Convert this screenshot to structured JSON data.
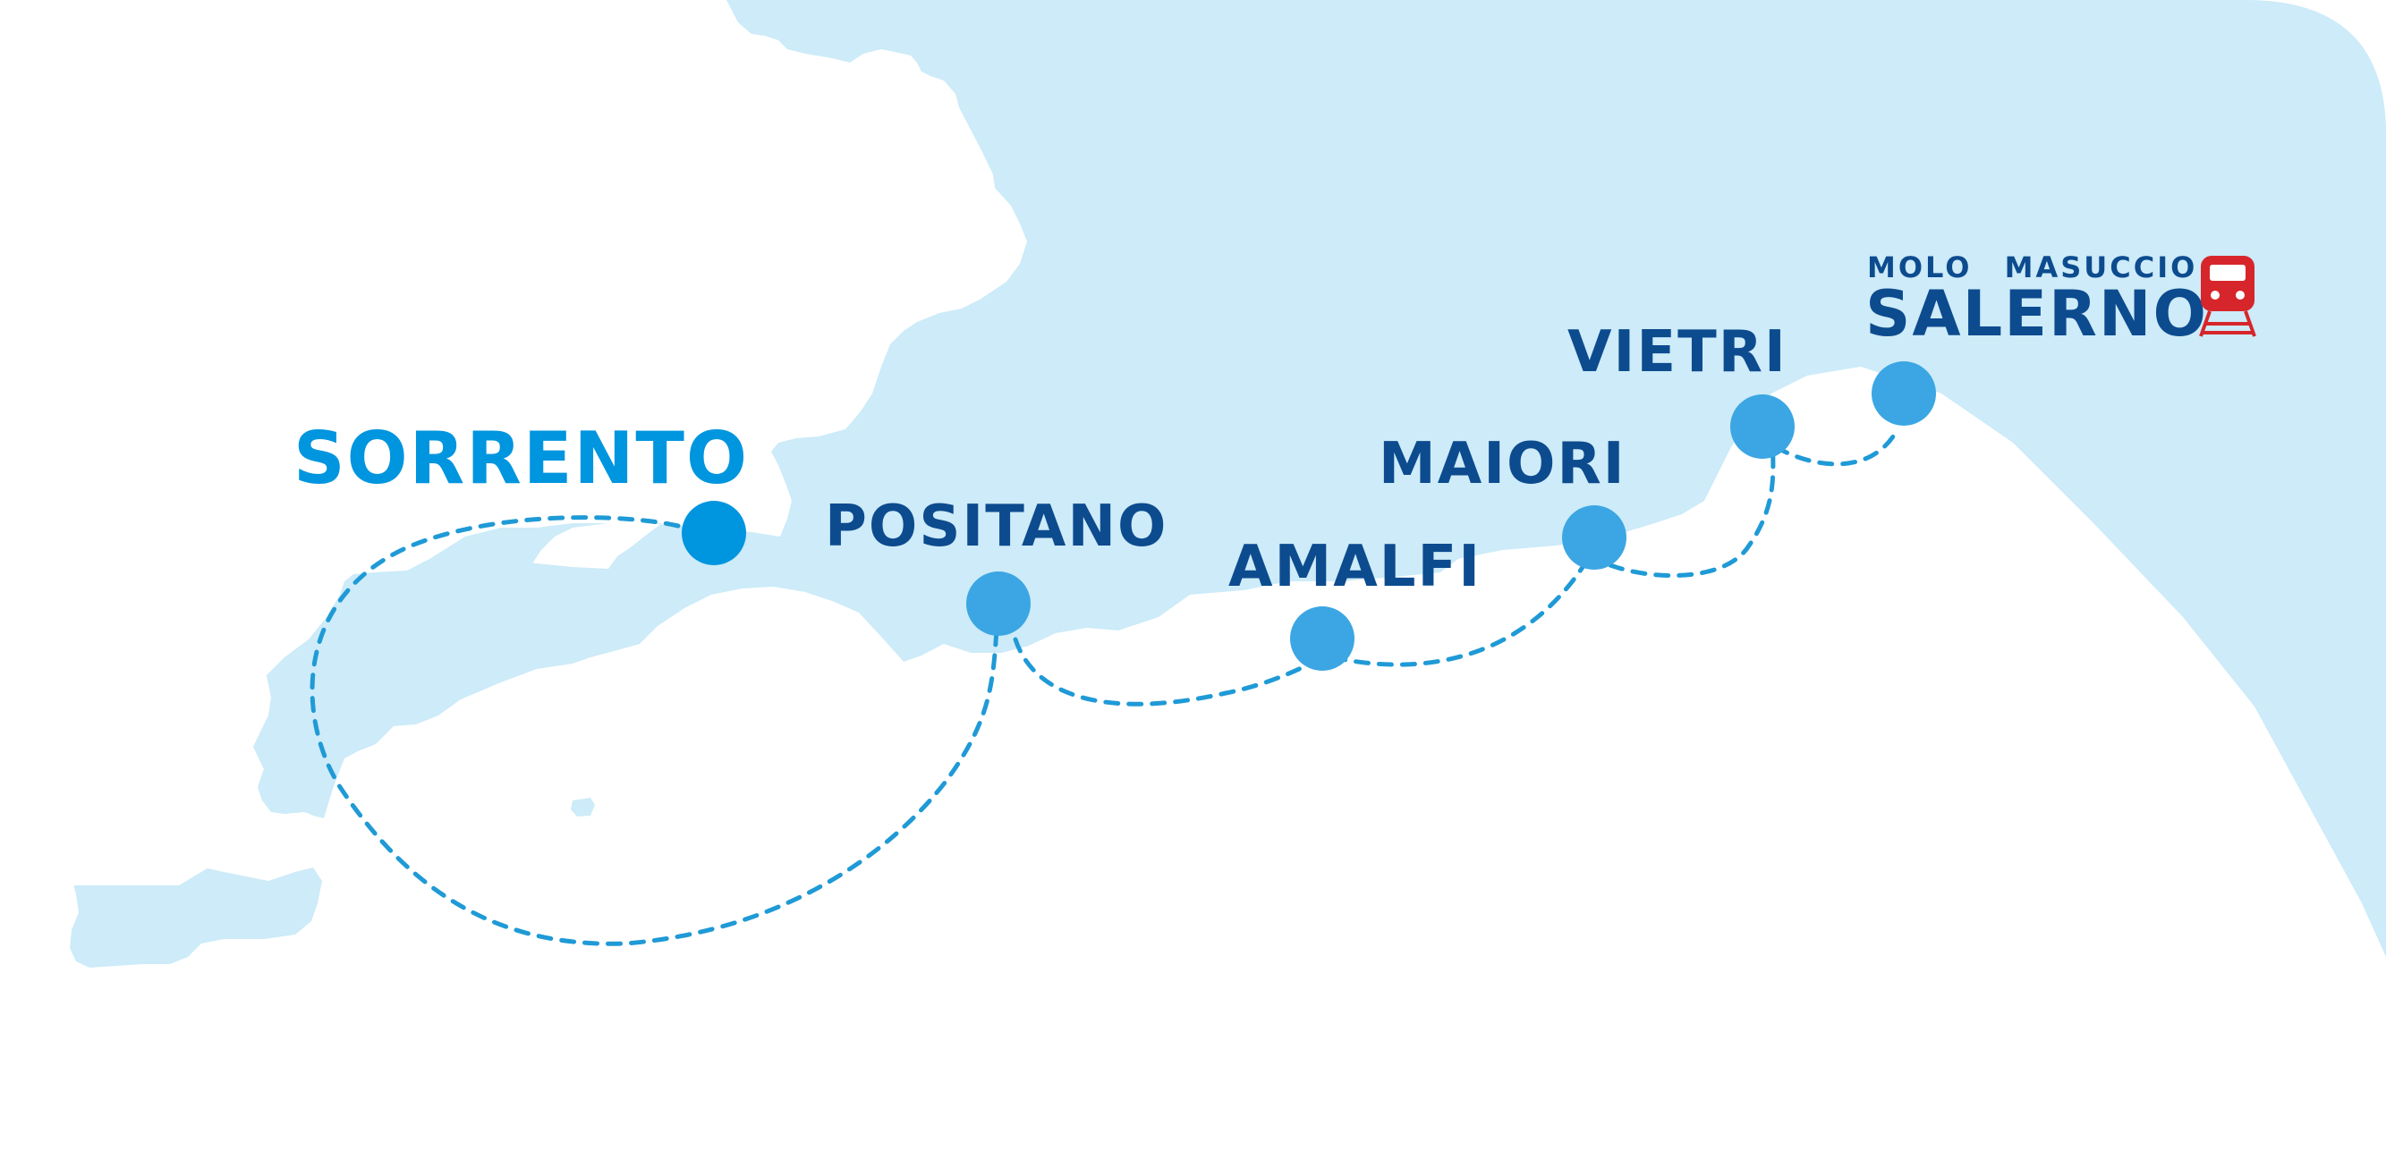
{
  "colors": {
    "sea": "#cdebf8",
    "land": "#ffffff",
    "route": "#1f9ad6",
    "stop_marker": "#3ba6e3",
    "sorrento": "#0095df",
    "port_label": "#0d4b8f",
    "rail_icon": "#d7262b"
  },
  "ports": [
    {
      "key": "sorrento",
      "label": "SORRENTO"
    },
    {
      "key": "positano",
      "label": "POSITANO"
    },
    {
      "key": "amalfi",
      "label": "AMALFI"
    },
    {
      "key": "maiori",
      "label": "MAIORI"
    },
    {
      "key": "vietri",
      "label": "VIETRI"
    },
    {
      "key": "salerno",
      "label": "SALERNO",
      "sublabel": "MOLO MASUCCIO"
    }
  ],
  "icons": {
    "rail": "train-station-icon"
  },
  "route_order": [
    "sorrento",
    "positano",
    "amalfi",
    "maiori",
    "vietri",
    "salerno"
  ]
}
